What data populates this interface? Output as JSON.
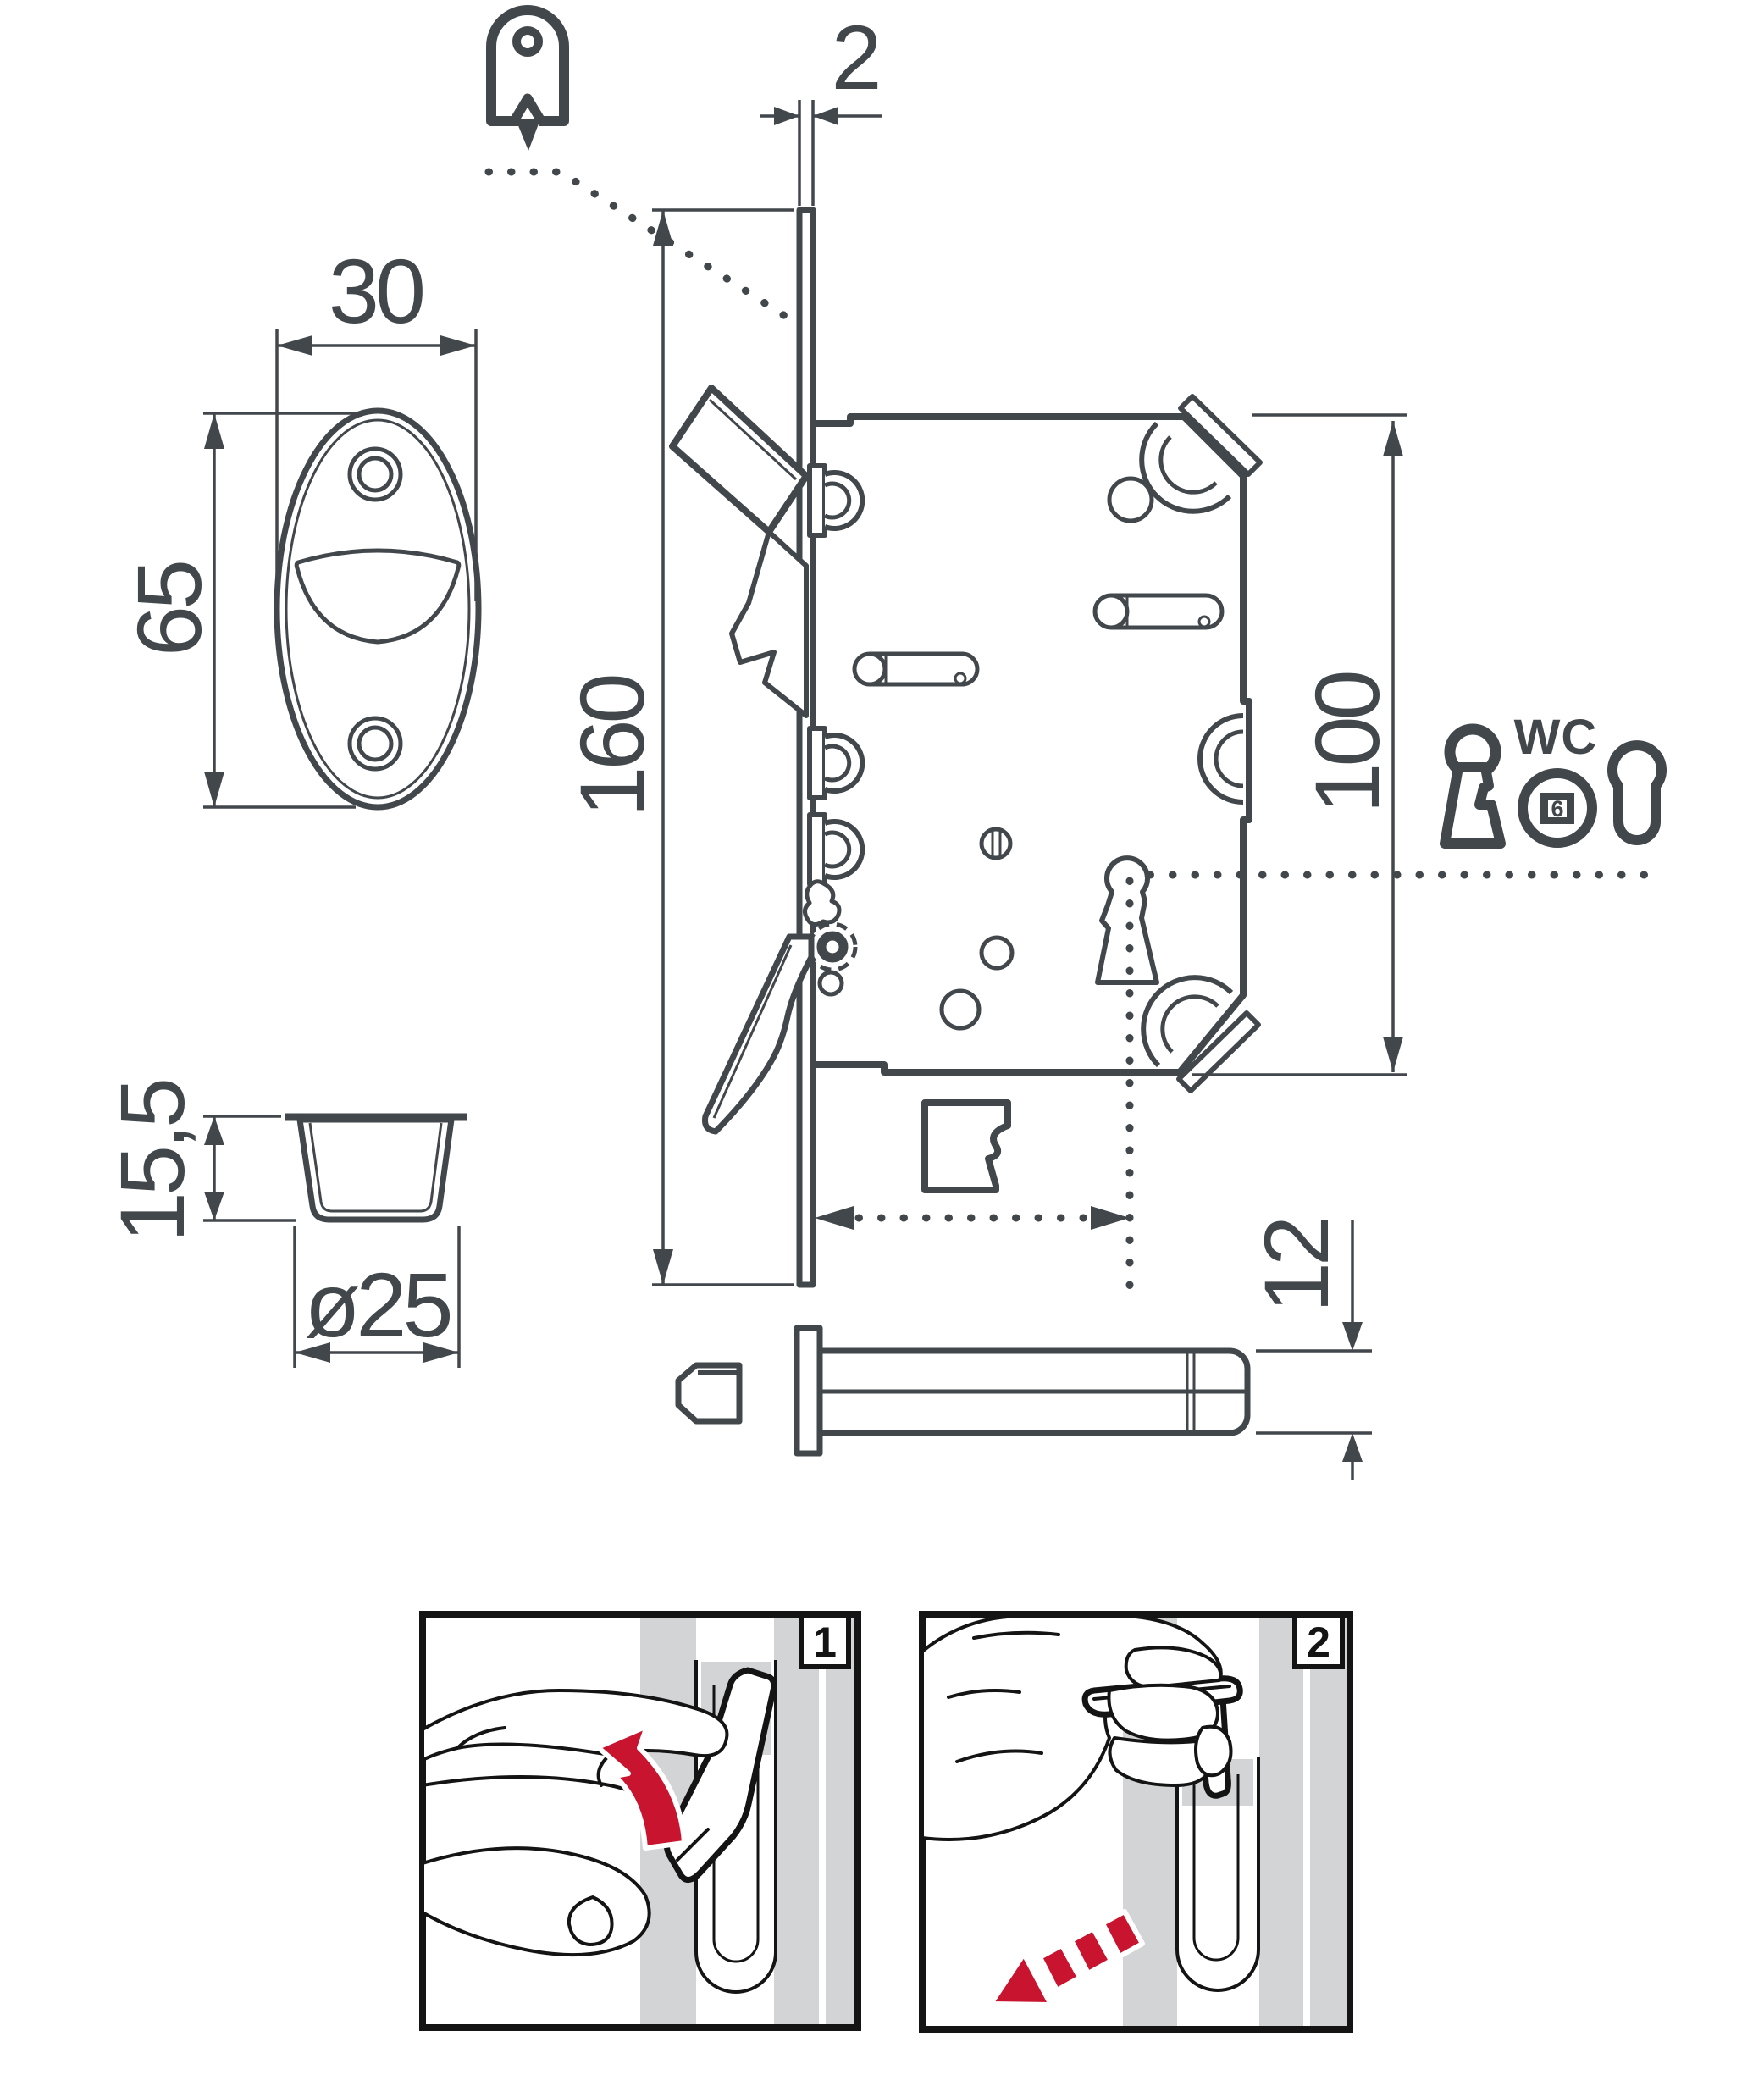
{
  "drawing": {
    "type": "technical-installation-diagram",
    "dims": {
      "faceplate_thickness": "2",
      "plate_width": "30",
      "plate_height": "65",
      "faceplate_height": "160",
      "body_height": "100",
      "cup_depth": "15,5",
      "cup_diameter": "ø25",
      "spindle_diameter": "12"
    },
    "labels": {
      "wc": "WC",
      "privacy_code": "6"
    },
    "steps": [
      {
        "label": "1"
      },
      {
        "label": "2"
      }
    ],
    "icons": {
      "faceplate_tag": "tag-outline-icon",
      "bit_key": "keyhole-silhouette-icon",
      "privacy_wc": "wc-privacy-circle-icon",
      "euro_cylinder": "euro-profile-icon",
      "rotate_out": "curved-red-arrow",
      "slide_door": "dashed-red-arrow"
    },
    "colors": {
      "line": "#42474c",
      "panel_line": "#141414",
      "accent_red": "#c8142e",
      "panel_gray": "#d2d4d5",
      "background": "#ffffff"
    }
  }
}
